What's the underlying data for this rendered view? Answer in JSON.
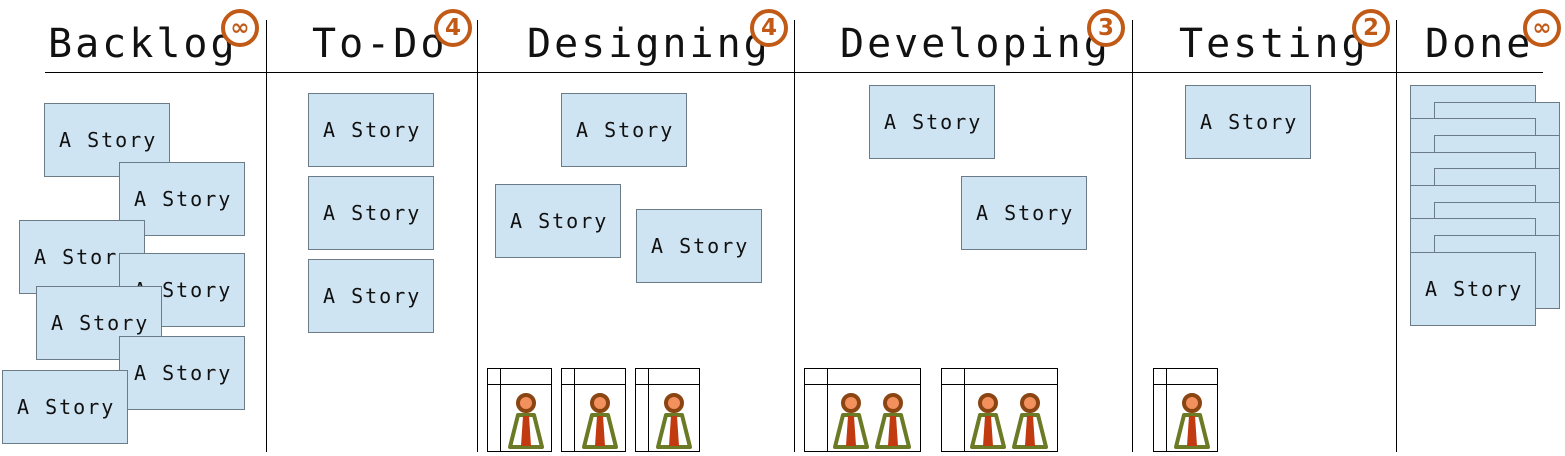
{
  "board": {
    "columns": [
      {
        "title": "Backlog",
        "wip": "∞"
      },
      {
        "title": "To-Do",
        "wip": "4"
      },
      {
        "title": "Designing",
        "wip": "4"
      },
      {
        "title": "Developing",
        "wip": "3"
      },
      {
        "title": "Testing",
        "wip": "2"
      },
      {
        "title": "Done",
        "wip": "∞"
      }
    ],
    "card_label": "A Story",
    "colors": {
      "card_fill": "#cfe4f3",
      "card_border": "#6b7b88",
      "wip_accent": "#c25a17",
      "person_body": "#6b7a25",
      "person_tie": "#c23a10",
      "person_head": "#f2915e",
      "person_head_ring": "#8a4513"
    },
    "worker_icon": "person-icon"
  }
}
